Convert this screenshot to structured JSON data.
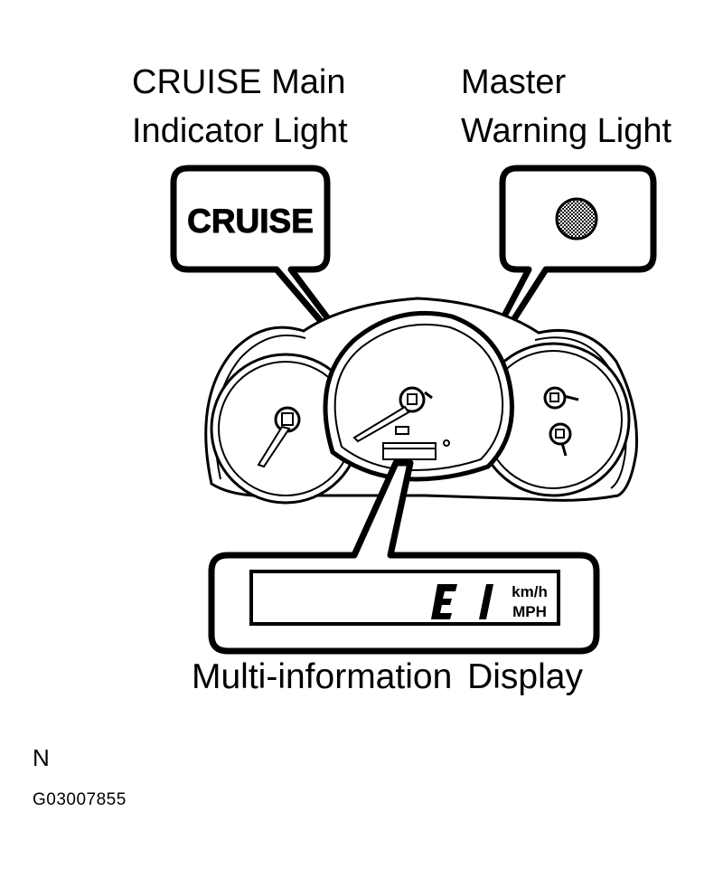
{
  "labels": {
    "cruise_main": [
      "CRUISE Main",
      "Indicator Light"
    ],
    "master_warning": [
      "Master",
      "Warning Light"
    ],
    "multi_info": "Multi-information Display"
  },
  "callouts": {
    "cruise_text": "CRUISE",
    "display_digits": "E1",
    "unit_top": "km/h",
    "unit_bottom": "MPH"
  },
  "footer": {
    "north": "N",
    "figure_id": "G03007855"
  },
  "colors": {
    "line": "#000000",
    "background": "#ffffff",
    "warning_light_fill": "#8c8c8c"
  }
}
